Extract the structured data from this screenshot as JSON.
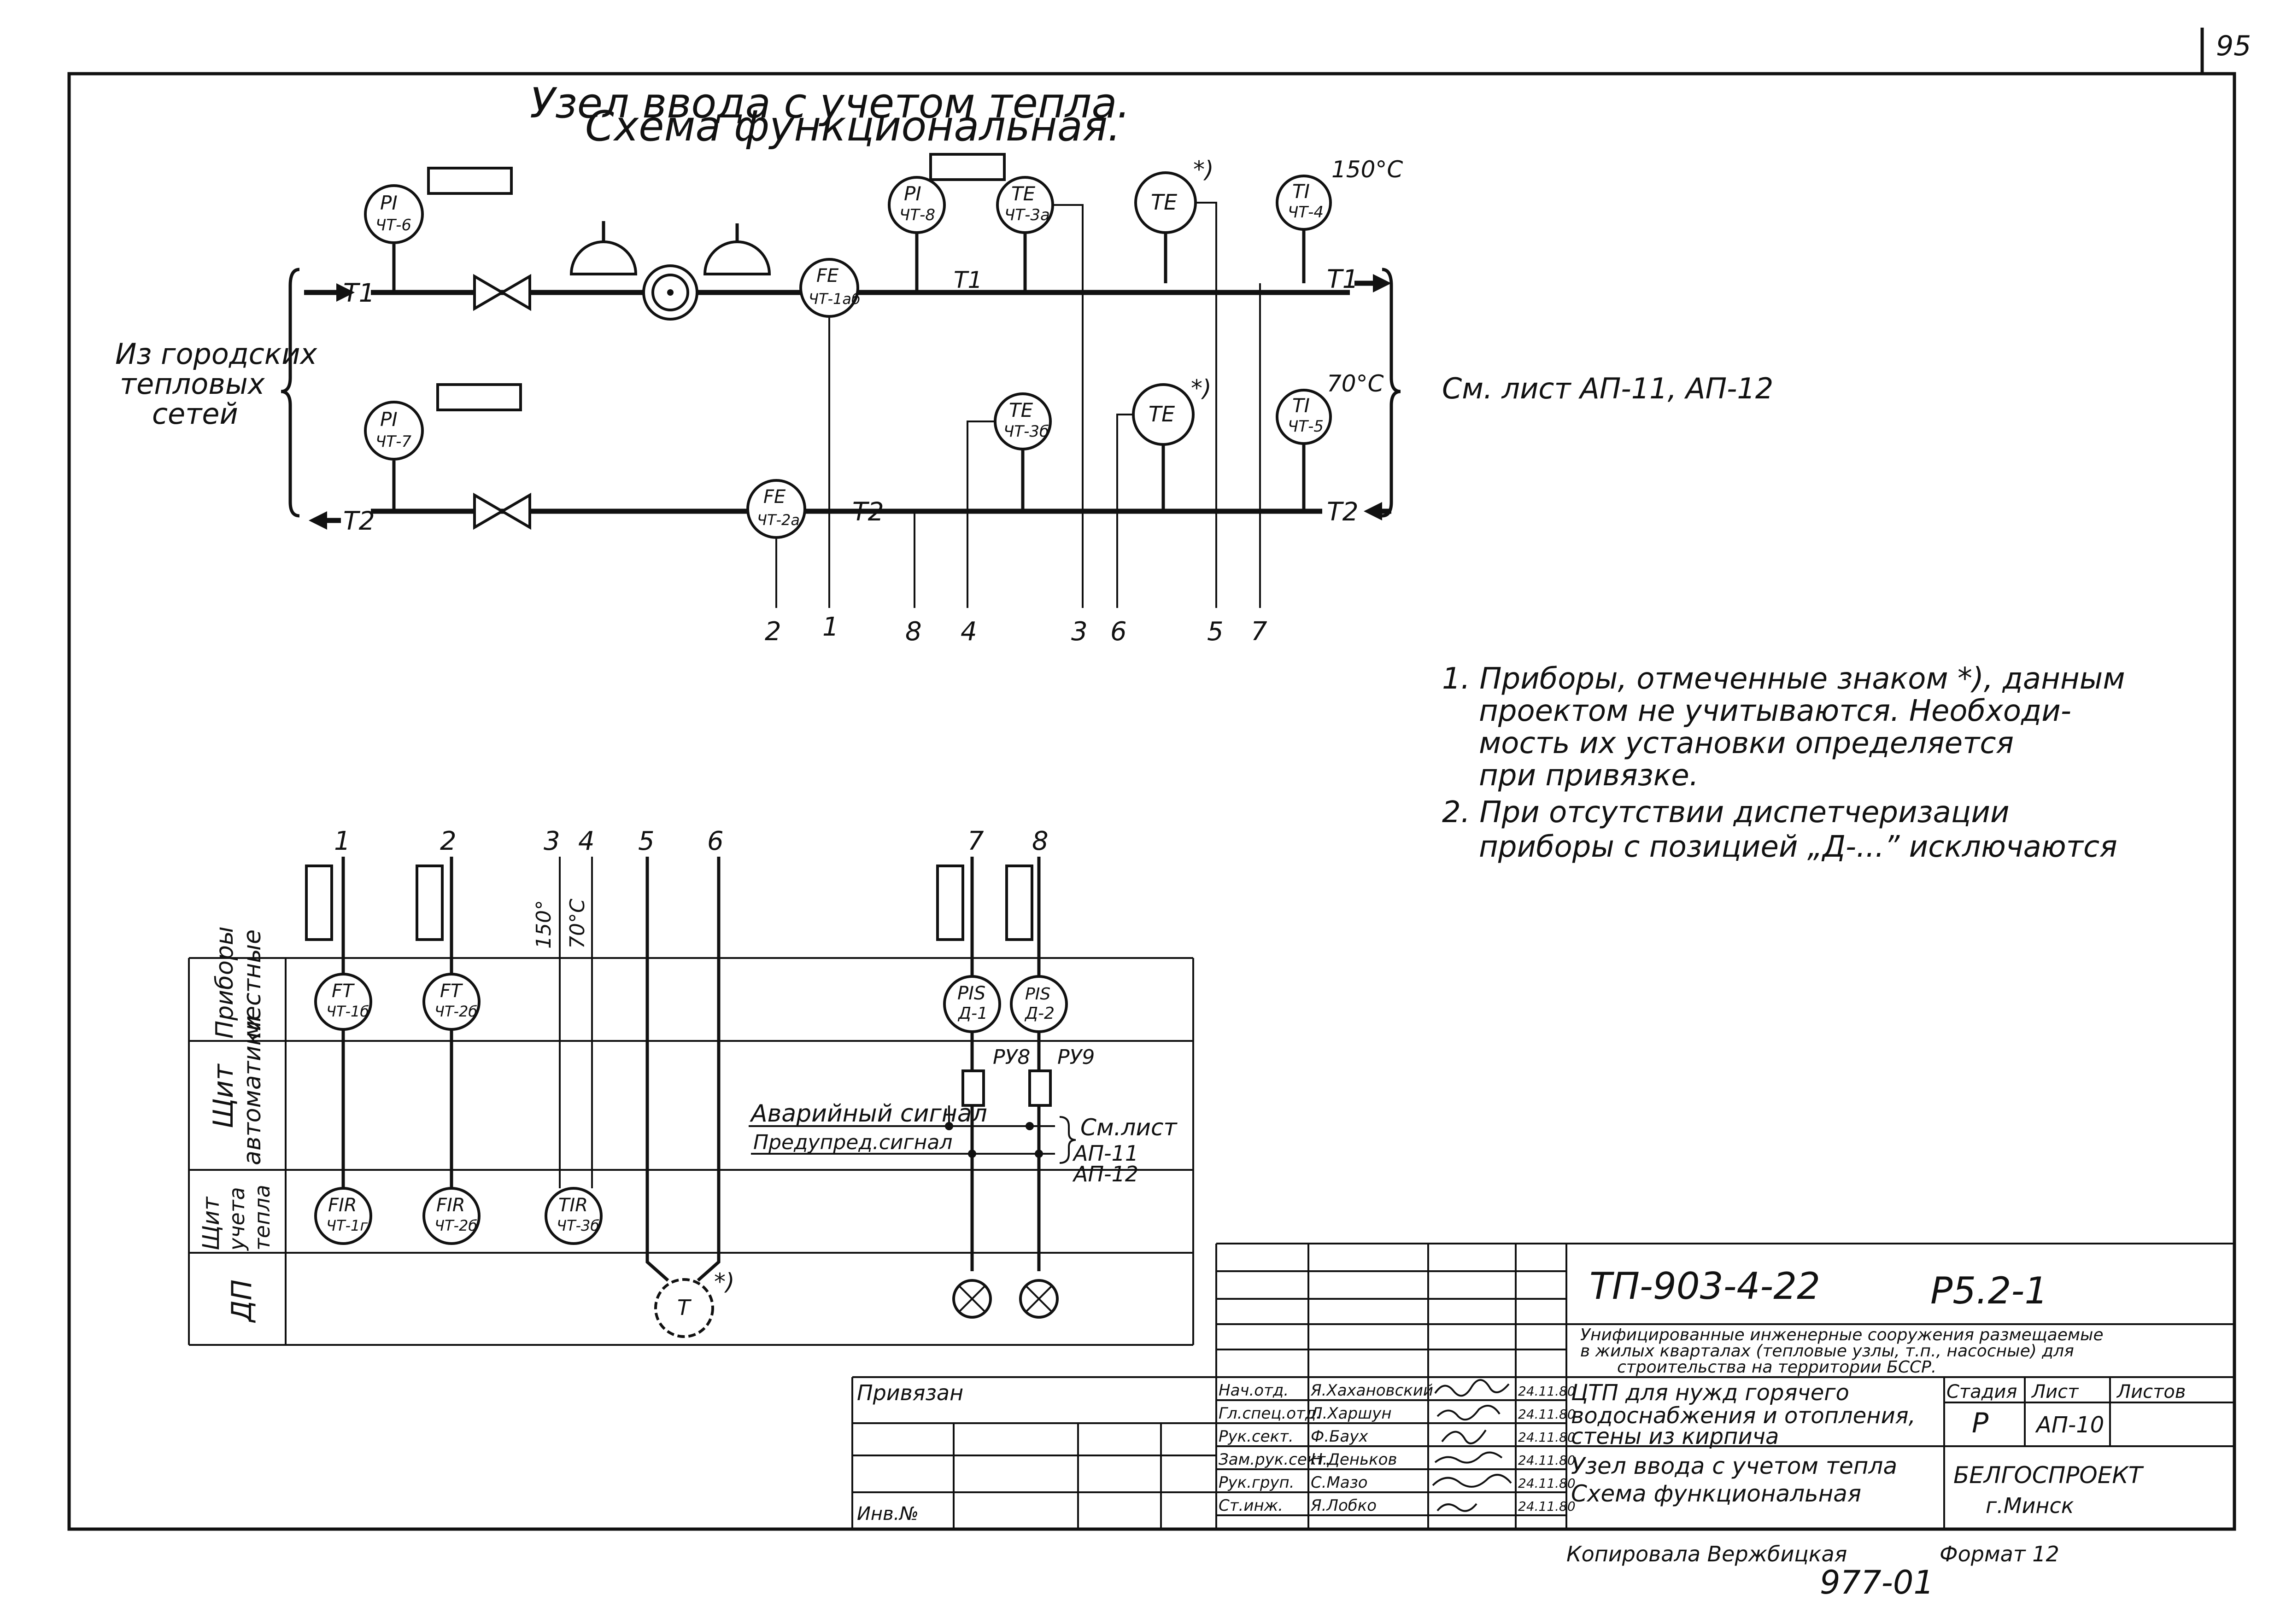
{
  "page_number": "95",
  "title_line1": "Узел ввода с учетом тепла.",
  "title_line2": "Схема функциональная.",
  "left_note": [
    "Из городских",
    "тепловых",
    "сетей"
  ],
  "right_ref": "См. лист АП-11, АП-12",
  "temp_supply": "150°C",
  "temp_return": "70°C",
  "pipes": {
    "supply": "Т1",
    "return": "Т2"
  },
  "instruments": {
    "pi6": [
      "PI",
      "ЧТ-6"
    ],
    "pi7": [
      "PI",
      "ЧТ-7"
    ],
    "fe1a": [
      "FE",
      "ЧТ-1аб"
    ],
    "fe2a": [
      "FE",
      "ЧТ-2а"
    ],
    "pi8": [
      "PI",
      "ЧТ-8"
    ],
    "te3a": [
      "TE",
      "ЧТ-3а"
    ],
    "te_star1": [
      "TE",
      ""
    ],
    "ti4": [
      "TI",
      "ЧТ-4"
    ],
    "te3b": [
      "TE",
      "ЧТ-3б"
    ],
    "te_star2": [
      "TE",
      ""
    ],
    "ti5": [
      "TI",
      "ЧТ-5"
    ]
  },
  "star_mark": "*)",
  "line_numbers_top": [
    "2",
    "1",
    "8",
    "4",
    "3",
    "6",
    "5",
    "7"
  ],
  "line_numbers_bottom": [
    "1",
    "2",
    "3",
    "4",
    "5",
    "6",
    "7",
    "8"
  ],
  "vertical_temps": [
    "150°",
    "70°C"
  ],
  "row_labels": [
    [
      "Приборы",
      "местные"
    ],
    [
      "Щит",
      "автоматики"
    ],
    [
      "Щит",
      "учета",
      "тепла"
    ],
    [
      "ДП"
    ]
  ],
  "panel_instruments": {
    "ft1b": [
      "FT",
      "ЧТ-1б"
    ],
    "ft2b": [
      "FT",
      "ЧТ-2б"
    ],
    "pis1": [
      "PIS",
      "Д-1"
    ],
    "pis2": [
      "PIS",
      "Д-2"
    ],
    "fir1c": [
      "FIR",
      "ЧТ-1г"
    ],
    "fir2b": [
      "FIR",
      "ЧТ-2б"
    ],
    "tir3v": [
      "TIR",
      "ЧТ-3б"
    ],
    "dp_t": [
      "T",
      ""
    ]
  },
  "relays": [
    "РУ8",
    "РУ9"
  ],
  "signals": [
    "Аварийный сигнал",
    "Предупред.сигнал"
  ],
  "signals_ref": [
    "См.лист",
    "АП-11",
    "АП-12"
  ],
  "notes": [
    "1. Приборы, отмеченные знаком *), данным",
    "проектом не учитываются. Необходи-",
    "мость их установки определяется",
    "при привязке.",
    "2. При отсутствии диспетчеризации",
    "приборы с позицией „Д-...” исключаются"
  ],
  "title_block": {
    "doc_code": "ТП-903-4-22",
    "sheet_code": "Р5.2-1",
    "project_line1": "Унифицированные инженерные сооружения размещаемые",
    "project_line2": "в жилых кварталах (тепловые узлы, т.п., насосные) для",
    "project_line3": "строительства на территории БССР.",
    "object_line1": "ЦТП для нужд горячего",
    "object_line2": "водоснабжения и отопления,",
    "object_line3": "стены из кирпича",
    "drawing_line1": "Узел ввода с учетом тепла",
    "drawing_line2": "Схема функциональная",
    "col_stage": "Стадия",
    "col_sheet": "Лист",
    "col_sheets": "Листов",
    "stage": "Р",
    "sheet": "АП-10",
    "org_line1": "БЕЛГОСПРОЕКТ",
    "org_line2": "г.Минск",
    "privyazan": "Привязан",
    "inv": "Инв.№",
    "staff": [
      {
        "role": "Нач.отд.",
        "name": "Я.Хахановский",
        "date": "24.11.80"
      },
      {
        "role": "Гл.спец.отд.",
        "name": "Л.Харшун",
        "date": "24.11.80"
      },
      {
        "role": "Рук.сект.",
        "name": "Ф.Баух",
        "date": "24.11.80"
      },
      {
        "role": "Зам.рук.сект.",
        "name": "Н.Деньков",
        "date": "24.11.80"
      },
      {
        "role": "Рук.груп.",
        "name": "С.Мазо",
        "date": "24.11.80"
      },
      {
        "role": "Ст.инж.",
        "name": "Я.Лобко",
        "date": "24.11.80"
      }
    ],
    "copied": "Копировала Вержбицкая",
    "format": "Формат 12",
    "archive": "977-01"
  }
}
